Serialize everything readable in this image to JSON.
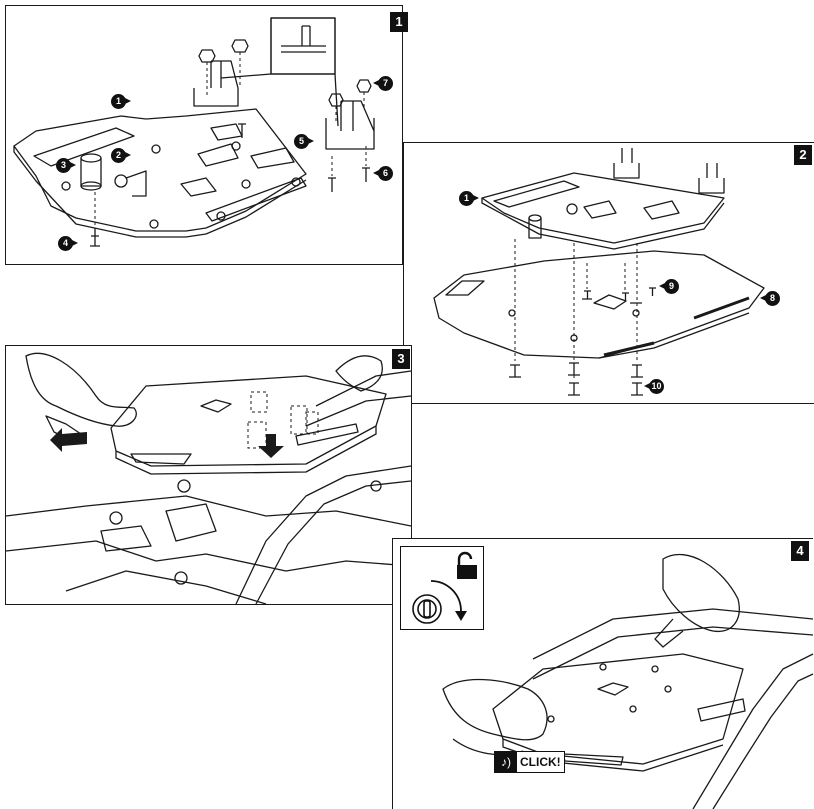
{
  "steps": [
    {
      "number": "1"
    },
    {
      "number": "2"
    },
    {
      "number": "3"
    },
    {
      "number": "4"
    }
  ],
  "callouts": {
    "c1": "1",
    "c2": "2",
    "c3": "3",
    "c4": "4",
    "c5": "5",
    "c6": "6",
    "c7": "7",
    "c8": "8",
    "c9": "9",
    "c10": "10"
  },
  "click_label": "CLICK!",
  "icons": {
    "unlock": "padlock-open-icon",
    "key": "key-cylinder-icon",
    "sound": "speaker-sound-icon"
  },
  "colors": {
    "ink": "#111111",
    "paper": "#ffffff"
  }
}
